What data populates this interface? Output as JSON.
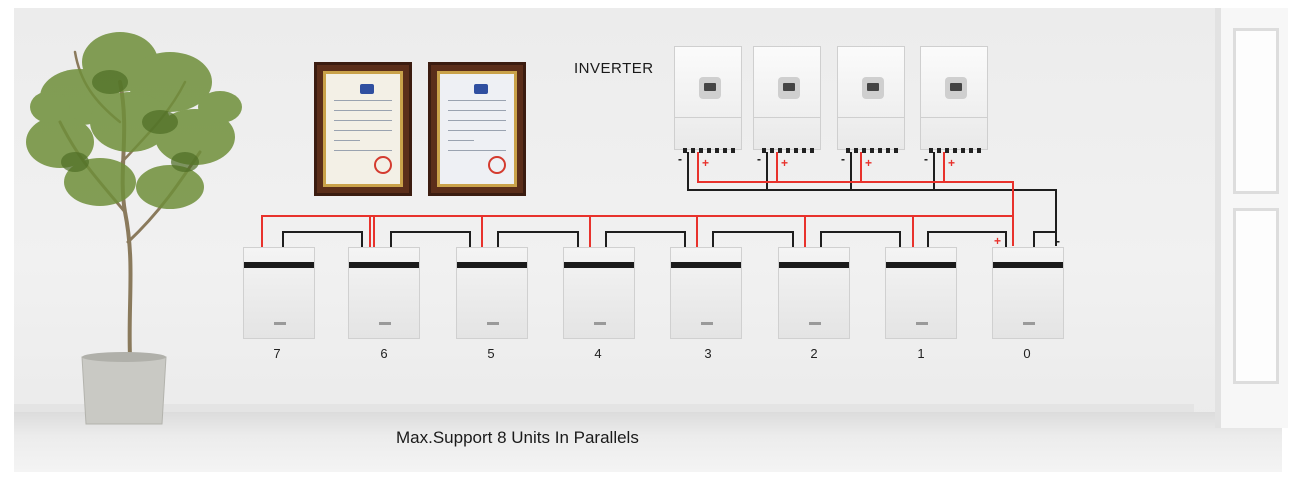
{
  "header": {
    "inverter_title": "INVERTER"
  },
  "caption": "Max.Support 8 Units In Parallels",
  "batteries": [
    {
      "label": "7"
    },
    {
      "label": "6"
    },
    {
      "label": "5"
    },
    {
      "label": "4"
    },
    {
      "label": "3"
    },
    {
      "label": "2"
    },
    {
      "label": "1"
    },
    {
      "label": "0"
    }
  ],
  "inverters": [
    {
      "plus": "+",
      "minus": "-"
    },
    {
      "plus": "+",
      "minus": "-"
    },
    {
      "plus": "+",
      "minus": "-"
    },
    {
      "plus": "+",
      "minus": "-"
    }
  ],
  "battery_terminals": {
    "plus": "+",
    "minus": "-"
  },
  "colors": {
    "positive_wire": "#e8322c",
    "negative_wire": "#1e1e1e",
    "wall": "#ececec"
  },
  "icons": {
    "plant": "potted-tree",
    "certificate": "framed-certificate"
  }
}
